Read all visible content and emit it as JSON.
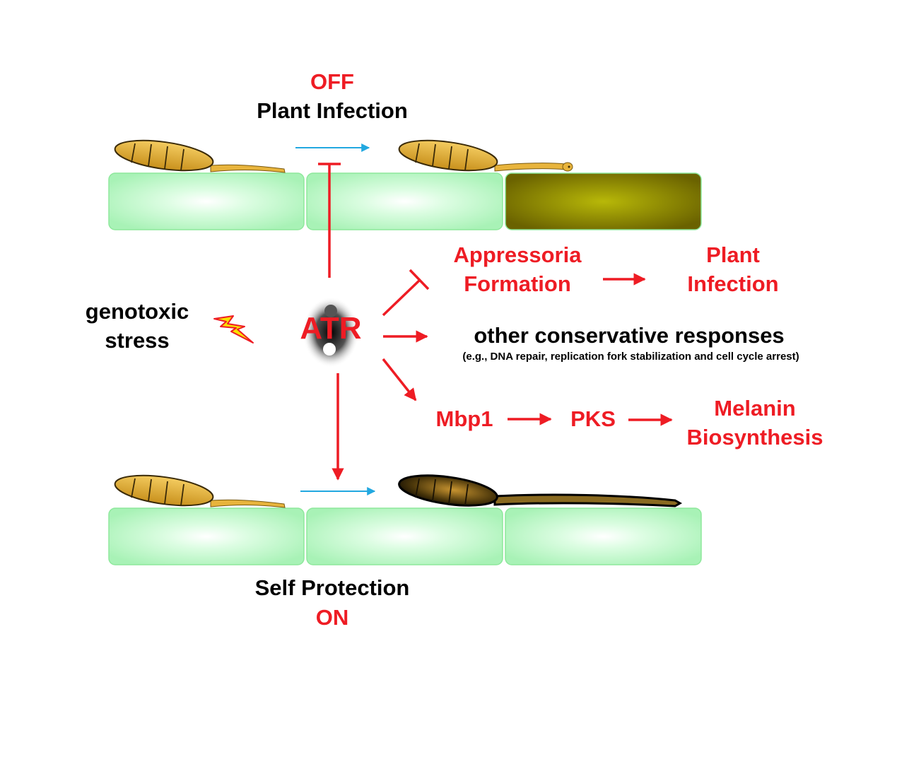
{
  "top": {
    "status": "OFF",
    "title": "Plant Infection"
  },
  "bottom": {
    "title": "Self Protection",
    "status": "ON"
  },
  "stress": {
    "line1": "genotoxic",
    "line2": "stress"
  },
  "center": {
    "label": "ATR"
  },
  "branches": {
    "appressoria": {
      "line1": "Appressoria",
      "line2": "Formation"
    },
    "plant_infection": {
      "line1": "Plant",
      "line2": "Infection"
    },
    "other": {
      "title": "other conservative responses",
      "note": "(e.g., DNA repair, replication fork stabilization and cell cycle arrest)"
    },
    "mbp1": "Mbp1",
    "pks": "PKS",
    "melanin": {
      "line1": "Melanin",
      "line2": "Biosynthesis"
    }
  },
  "colors": {
    "accent_red": "#ee1c24",
    "cell_green": "#b8f7c4",
    "cell_infected": "#b0b010",
    "spore_yellow": "#e8b43c",
    "spore_melanized": "#3a2a08",
    "flow_arrow_blue": "#22a8e0"
  },
  "icons": [
    "lightning-icon",
    "atr-yin-yang-icon",
    "spore-icon"
  ]
}
